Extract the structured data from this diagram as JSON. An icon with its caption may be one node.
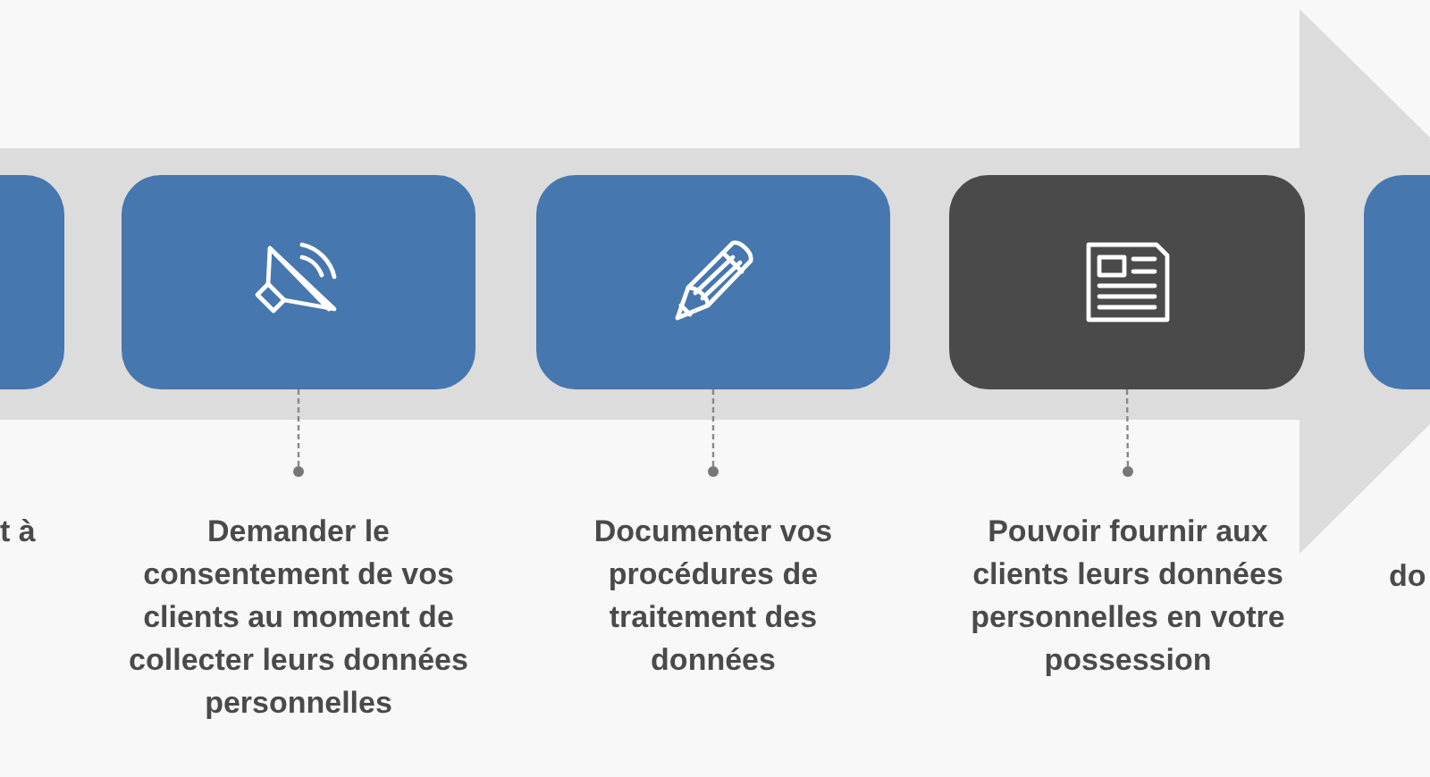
{
  "diagram": {
    "nodes": [
      {
        "text": [],
        "shape": "box"
      },
      {
        "text": [],
        "shape": "box"
      },
      {
        "text": [
          "Demander le consentement de vos clients au moment de collecter leurs données personnelles"
        ]
      },
      {
        "text": [],
        "shape": "box"
      },
      {
        "text": [
          "Documenter vos procédures de traitement des données"
        ]
      },
      {
        "text": [],
        "shape": "box"
      },
      {
        "text": [
          "Pouvoir fournir aux clients leurs données personnelles en votre possession"
        ]
      },
      {
        "text": [],
        "shape": "box"
      }
    ],
    "edges": [
      {
        "from": 1,
        "to": 2,
        "arrow": "other",
        "style": "dashed"
      },
      {
        "from": 3,
        "to": 4,
        "arrow": "other",
        "style": "dashed"
      },
      {
        "from": 5,
        "to": 6,
        "arrow": "other",
        "style": "dashed"
      },
      {
        "from": 0,
        "to": 7,
        "arrow": "to",
        "style": "thick",
        "color": "#dcdcdc"
      }
    ],
    "labels": [
      "t à",
      "do"
    ]
  }
}
